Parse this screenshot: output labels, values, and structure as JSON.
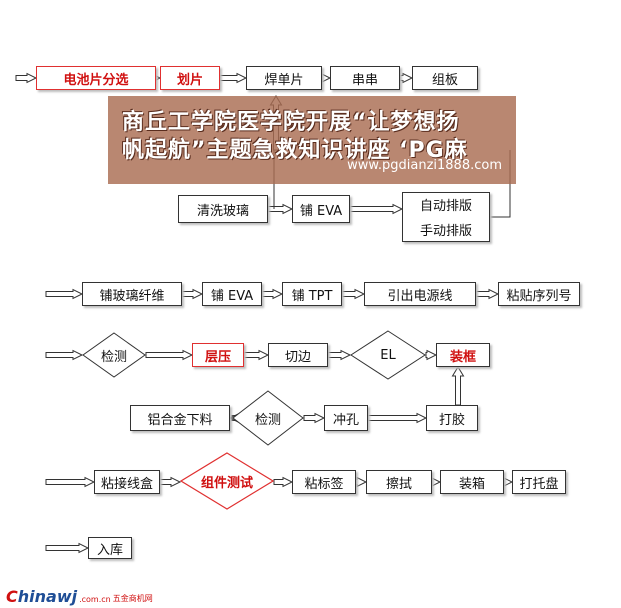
{
  "nodes": {
    "n_fenxuan": "电池片分选",
    "n_huapian": "划片",
    "n_handan": "焊单片",
    "n_chuan": "串串",
    "n_zuban": "组板",
    "n_qingxi": "清洗玻璃",
    "n_eva1": "铺 EVA",
    "n_zidong": "自动排版",
    "n_shoudong": "手动排版",
    "n_boxian": "铺玻璃纤维",
    "n_eva2": "铺 EVA",
    "n_tpt": "铺 TPT",
    "n_yinchu": "引出电源线",
    "n_tiexu": "粘贴序列号",
    "n_jiance1": "检测",
    "n_cengya": "层压",
    "n_qiebian": "切边",
    "n_el": "EL",
    "n_zhuangkuang": "装框",
    "n_lvhejin": "铝合金下料",
    "n_jiance2": "检测",
    "n_chongkong": "冲孔",
    "n_dajiao": "打胶",
    "n_nianjie": "粘接线盒",
    "n_zujian": "组件测试",
    "n_biaoqian": "粘标签",
    "n_cashi": "擦拭",
    "n_zhuangxiang": "装箱",
    "n_datuo": "打托盘",
    "n_ruku": "入库"
  },
  "banner": {
    "line1": "商丘工学院医学院开展“让梦想扬",
    "line2": "帆起航”主题急救知识讲座 ‘PG麻",
    "url": "www.pgdianzi1888.com"
  },
  "footer": {
    "logo_c": "C",
    "logo_rest": "hinawj",
    "logo_tld": ".com.cn",
    "logo_sub": "五金商机网"
  }
}
